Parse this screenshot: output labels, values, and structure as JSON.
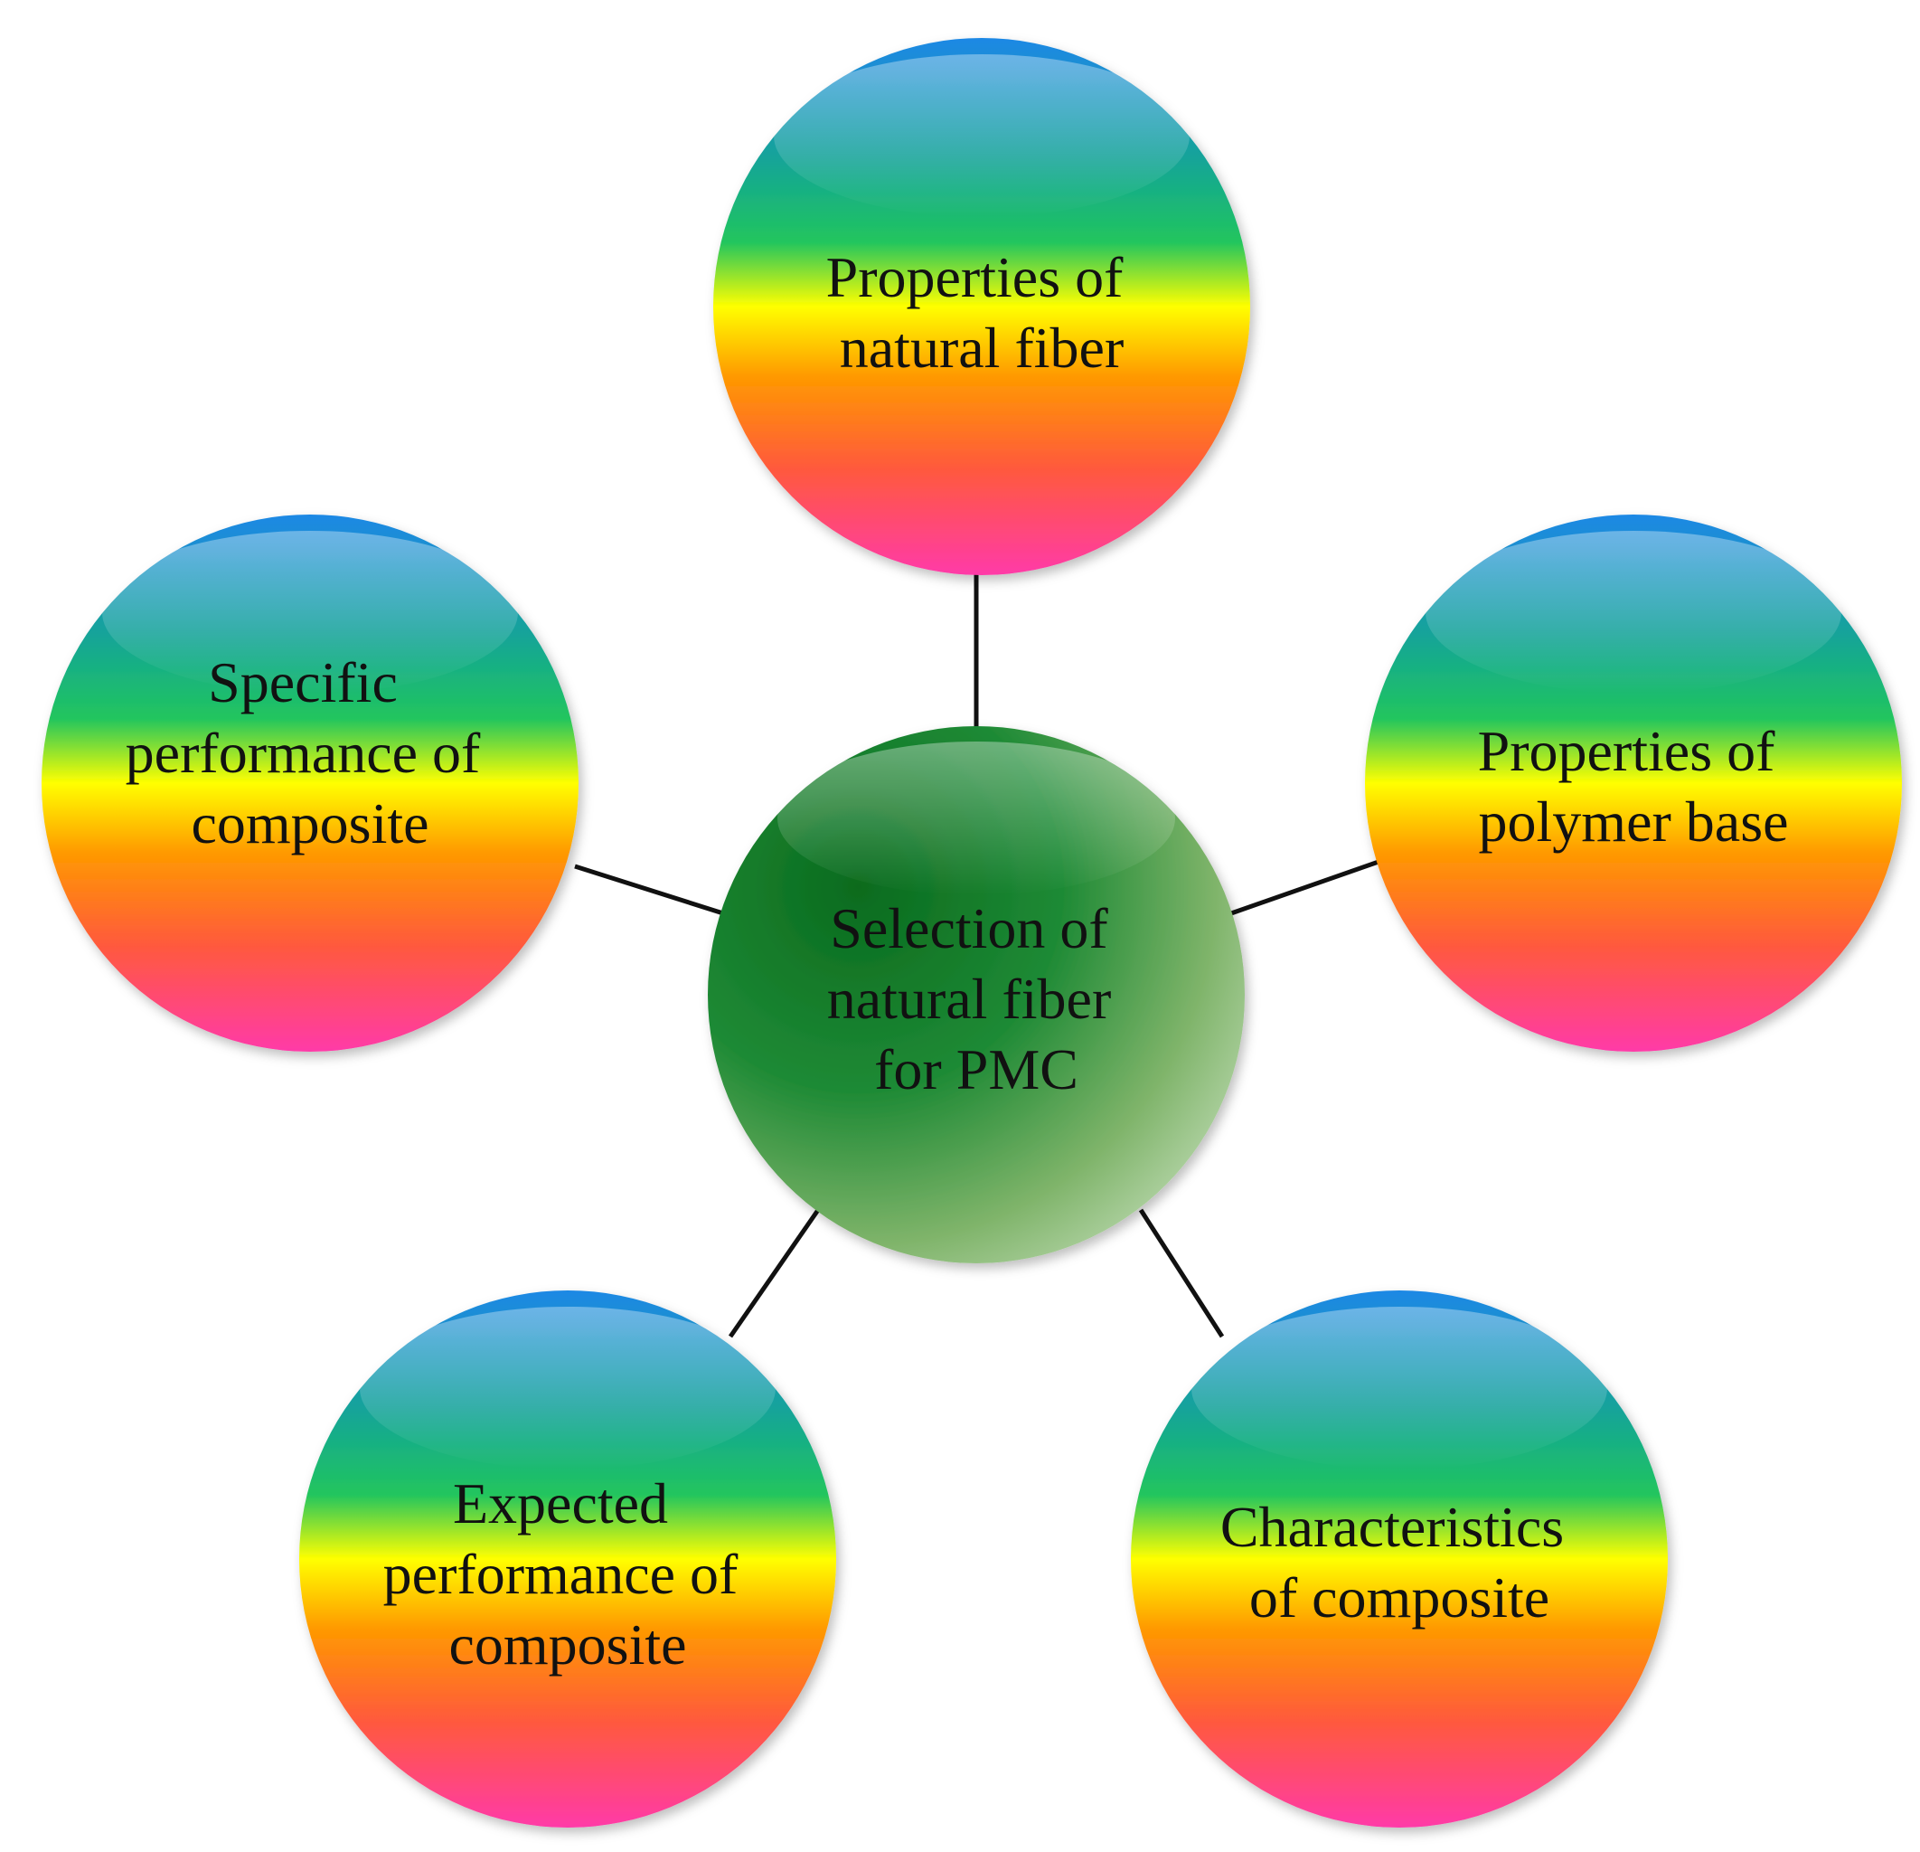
{
  "center": {
    "lines": [
      "Selection of",
      "natural fiber",
      "for PMC"
    ]
  },
  "nodes": [
    {
      "id": "properties-of-natural-fiber",
      "lines": [
        "Properties of",
        "natural fiber"
      ]
    },
    {
      "id": "properties-of-polymer-base",
      "lines": [
        "Properties of",
        "polymer base"
      ]
    },
    {
      "id": "characteristics-of-composite",
      "lines": [
        "Characteristics",
        "of composite"
      ]
    },
    {
      "id": "expected-performance-of-composite",
      "lines": [
        "Expected",
        "performance of",
        "composite"
      ]
    },
    {
      "id": "specific-performance-of-composite",
      "lines": [
        "Specific",
        "performance of",
        "composite"
      ]
    }
  ],
  "colors": {
    "connector": "#111111",
    "rainbow": [
      "#1e88e5",
      "#12a39a",
      "#22c55e",
      "#ffff00",
      "#ff9900",
      "#ff5a3c",
      "#ff3aa8"
    ],
    "center_dark": "#0a6b1e",
    "center_light": "#cfe3c0"
  }
}
